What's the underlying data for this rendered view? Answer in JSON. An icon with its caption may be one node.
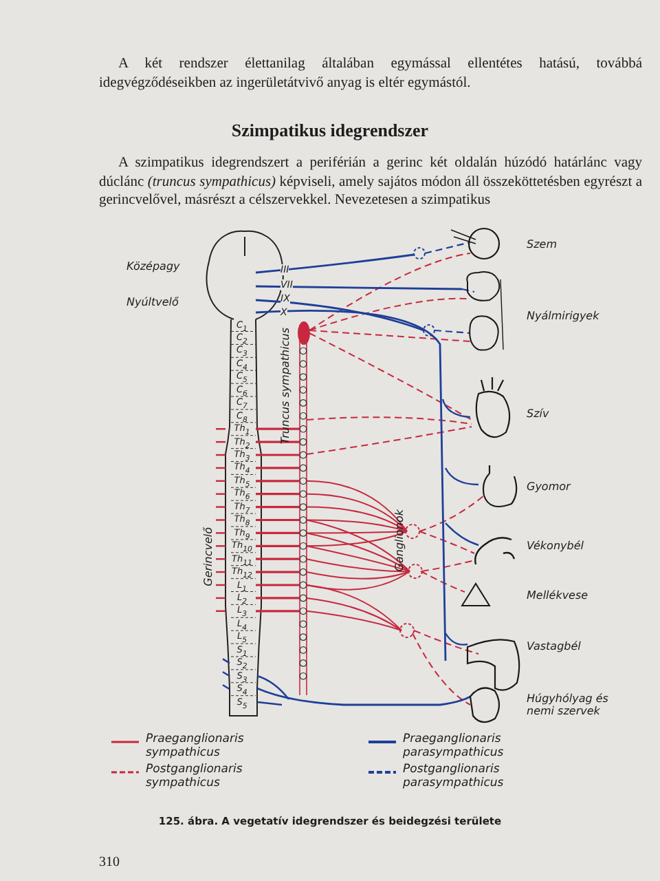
{
  "diagram": {
    "title": "Szimpatikus idegrendszer",
    "caption": "125. ábra. A vegetatív idegrendszer és beidegzési területe",
    "labels": [
      "A két rendszer élettanilag általában egymással ellentétes hatású, továbbá idegvégződéseikben az ingerületátvivő anyag is eltér egymástól.",
      "A szimpatikus idegrendszert a periférián a gerinc két oldalán húzódó határlánc vagy dúclánc *(truncus sympathicus)* képviseli, amely sajátos módon áll összeköttetésben egyrészt a gerincvelővel, másrészt a célszervekkel. Nevezetesen a szimpatikus",
      "Középagy",
      "Nyúltvelő",
      "III",
      "VII",
      "IX",
      "X",
      "C$_{1}$",
      "C$_{2}$",
      "C$_{3}$",
      "C$_{4}$",
      "C$_{5}$",
      "C$_{6}$",
      "C$_{7}$",
      "C$_{8}$",
      "Th$_{1}$",
      "Th$_{2}$",
      "Th$_{3}$",
      "Th$_{4}$",
      "Th$_{5}$",
      "Th$_{6}$",
      "Th$_{7}$",
      "Th$_{8}$",
      "Th$_{9}$",
      "Th$_{10}$",
      "Th$_{11}$",
      "Th$_{12}$",
      "L$_{1}$",
      "L$_{2}$",
      "L$_{3}$",
      "L$_{4}$",
      "L$_{5}$",
      "S$_{1}$",
      "S$_{2}$",
      "S$_{3}$",
      "S$_{4}$",
      "S$_{5}$",
      "Truncus sympathicus",
      "Gerincvelő",
      "Ganglionok",
      "Szem",
      "Nyálmirigyek",
      "Szív",
      "Gyomor",
      "Vékonybél",
      "Mellékvese",
      "Vastagbél",
      "Húgyhólyag és nemi szervek",
      "310"
    ],
    "legend": [
      {
        "text": "Praeganglionaris sympathicus"
      },
      {
        "text": "Praeganglionaris parasympathicus"
      },
      {
        "text": "Postganglionaris sympathicus"
      },
      {
        "text": "Postganglionaris parasympathicus"
      }
    ]
  }
}
